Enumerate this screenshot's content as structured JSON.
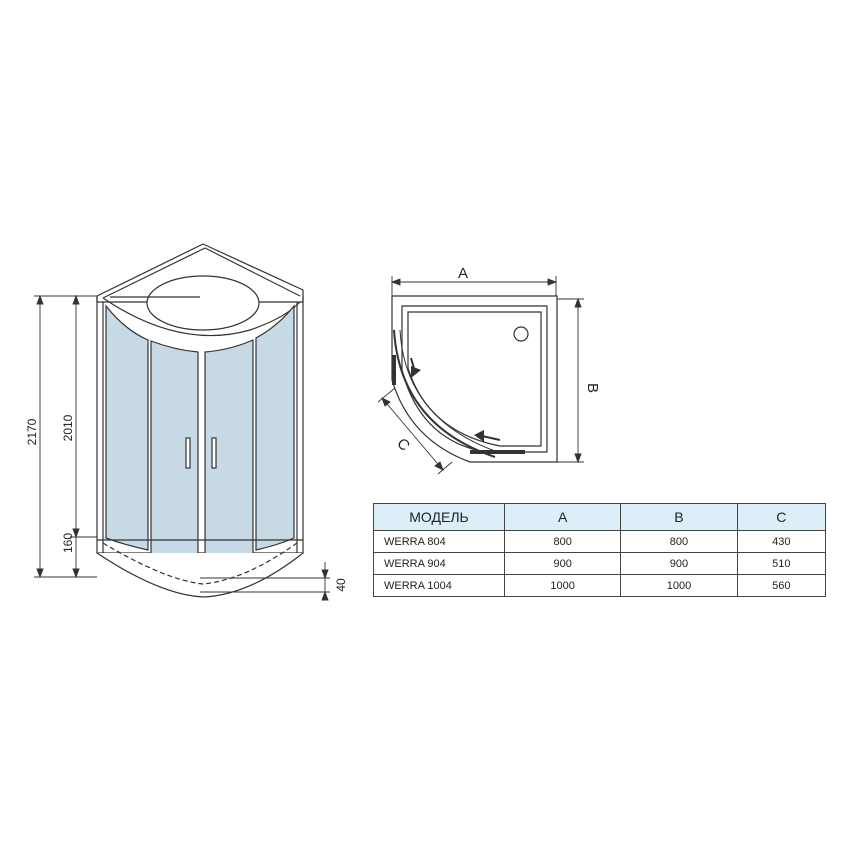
{
  "front_view": {
    "dim_total_height": "2170",
    "dim_cabin_height": "2010",
    "dim_tray_height": "160",
    "dim_tray_depth": "40"
  },
  "plan_view": {
    "label_a": "A",
    "label_b": "B",
    "label_c": "C"
  },
  "table": {
    "headers": [
      "МОДЕЛЬ",
      "A",
      "B",
      "C"
    ],
    "rows": [
      [
        "WERRA 804",
        "800",
        "800",
        "430"
      ],
      [
        "WERRA 904",
        "900",
        "900",
        "510"
      ],
      [
        "WERRA 1004",
        "1000",
        "1000",
        "560"
      ]
    ]
  },
  "colors": {
    "glass": "#c7d9e4",
    "header_fill": "#dceef7",
    "line": "#333333"
  }
}
